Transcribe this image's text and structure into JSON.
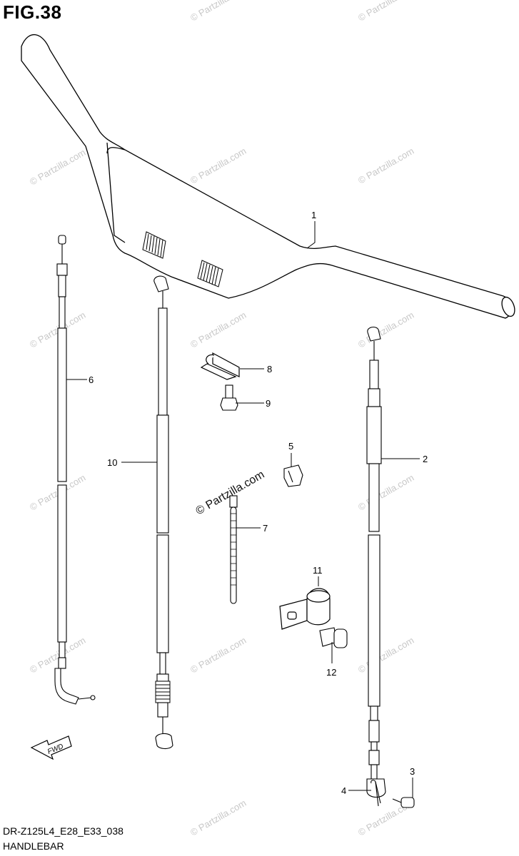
{
  "figure_label": "FIG.38",
  "model_code": "DR-Z125L4_E28_E33_038",
  "caption": "HANDLEBAR",
  "fwd_label": "FWD",
  "watermark": "© Partzilla.com",
  "callouts": {
    "p1": "1",
    "p2": "2",
    "p3": "3",
    "p4": "4",
    "p5": "5",
    "p6": "6",
    "p7": "7",
    "p8": "8",
    "p9": "9",
    "p10": "10",
    "p11": "11",
    "p12": "12"
  }
}
